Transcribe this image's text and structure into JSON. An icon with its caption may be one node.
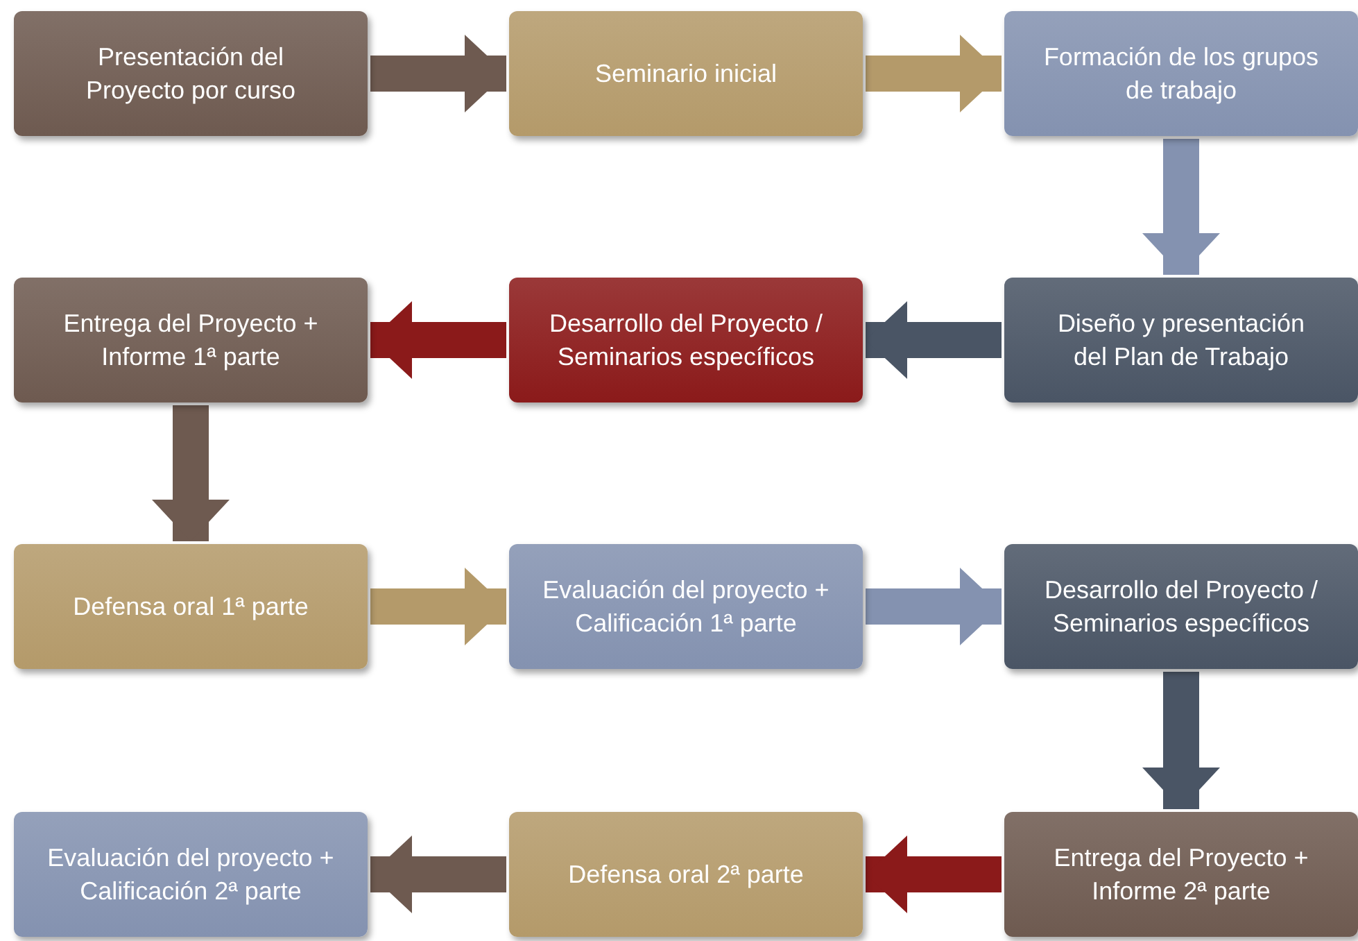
{
  "diagram": {
    "nodes": [
      {
        "text": [
          "Presentación del Proyecto por curso"
        ]
      },
      {
        "text": [
          "Seminario inicial"
        ]
      },
      {
        "text": [
          "Formación de los grupos de trabajo"
        ]
      },
      {
        "text": [
          "Entrega del Proyecto + Informe 1ª parte"
        ]
      },
      {
        "text": [
          "Desarrollo del Proyecto / Seminarios específicos"
        ]
      },
      {
        "text": [
          "Diseño y presentación del Plan de Trabajo"
        ]
      },
      {
        "text": [
          "Defensa oral 1ª parte"
        ]
      },
      {
        "text": [
          "Evaluación del proyecto + Calificación 1ª parte"
        ]
      },
      {
        "text": [
          "Desarrollo del Proyecto / Seminarios específicos"
        ]
      },
      {
        "text": [
          "Evaluación del proyecto + Calificación 2ª parte"
        ]
      },
      {
        "text": [
          "Defensa oral 2ª parte"
        ]
      },
      {
        "text": [
          "Entrega del Proyecto + Informe 2ª parte"
        ]
      }
    ],
    "edges": [
      {
        "from": 0,
        "to": 1,
        "arrow": "to",
        "color": "#6e5a50"
      },
      {
        "from": 1,
        "to": 2,
        "arrow": "to",
        "color": "#b49a6a"
      },
      {
        "from": 2,
        "to": 5,
        "arrow": "to",
        "color": "#8492b0"
      },
      {
        "from": 5,
        "to": 4,
        "arrow": "to",
        "color": "#4a5565"
      },
      {
        "from": 4,
        "to": 3,
        "arrow": "to",
        "color": "#8b1a1a"
      },
      {
        "from": 3,
        "to": 6,
        "arrow": "to",
        "color": "#6e5a50"
      },
      {
        "from": 6,
        "to": 7,
        "arrow": "to",
        "color": "#b49a6a"
      },
      {
        "from": 7,
        "to": 8,
        "arrow": "to",
        "color": "#8492b0"
      },
      {
        "from": 8,
        "to": 11,
        "arrow": "to",
        "color": "#4a5565"
      },
      {
        "from": 11,
        "to": 10,
        "arrow": "to",
        "color": "#8b1a1a"
      },
      {
        "from": 10,
        "to": 9,
        "arrow": "to",
        "color": "#6e5a50"
      }
    ]
  }
}
